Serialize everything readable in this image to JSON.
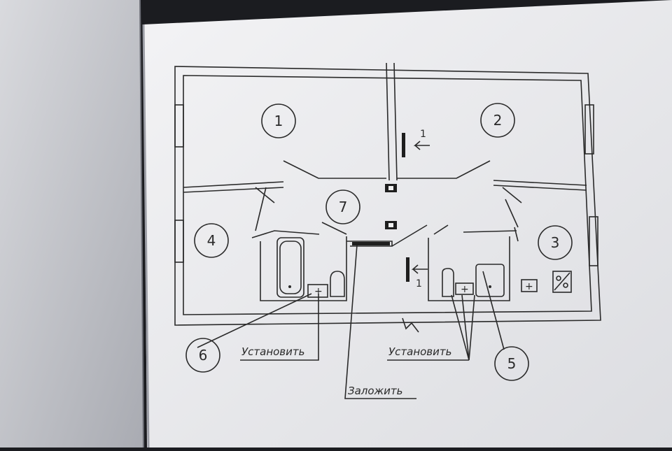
{
  "rooms": [
    {
      "number": "1"
    },
    {
      "number": "2"
    },
    {
      "number": "3"
    },
    {
      "number": "4"
    },
    {
      "number": "5"
    },
    {
      "number": "6"
    },
    {
      "number": "7"
    }
  ],
  "section_marks": [
    {
      "label": "1"
    },
    {
      "label": "1"
    }
  ],
  "annotations": {
    "install_left": "Установить",
    "install_right": "Установить",
    "seal_opening": "Заложить"
  },
  "colors": {
    "paper": "#eeeef0",
    "ink": "#2a2a2a",
    "background": "#1b1c20"
  }
}
